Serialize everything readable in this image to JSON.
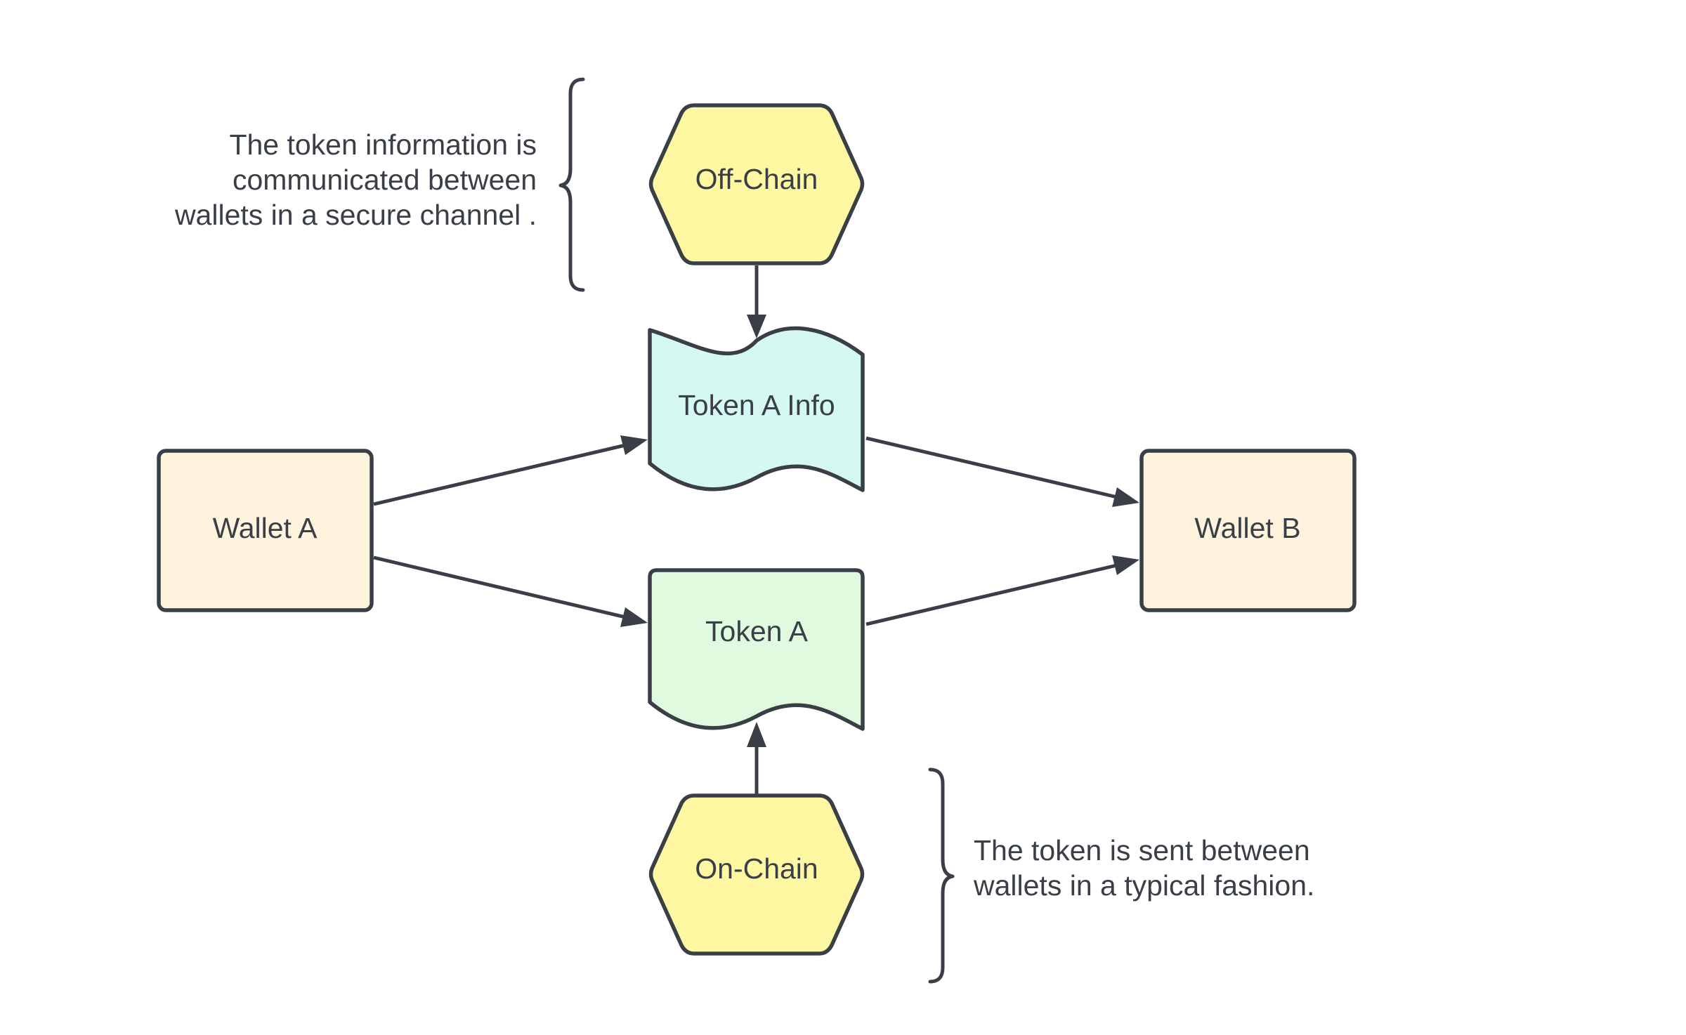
{
  "colors": {
    "stroke": "#3a3f47",
    "text": "#3a3f47",
    "hexagon_fill": "#fef8a2",
    "wallet_fill": "#fef4de",
    "token_info_fill": "#d6f8f2",
    "token_fill": "#e0fadf"
  },
  "nodes": {
    "off_chain": "Off-Chain",
    "on_chain": "On-Chain",
    "token_a_info": "Token A Info",
    "token_a": "Token A",
    "wallet_a": "Wallet A",
    "wallet_b": "Wallet B"
  },
  "annotations": {
    "off_chain_note": [
      "The token information is",
      "communicated between",
      "wallets in a secure channel ."
    ],
    "on_chain_note": [
      "The token is sent between",
      "wallets in a typical fashion."
    ]
  }
}
